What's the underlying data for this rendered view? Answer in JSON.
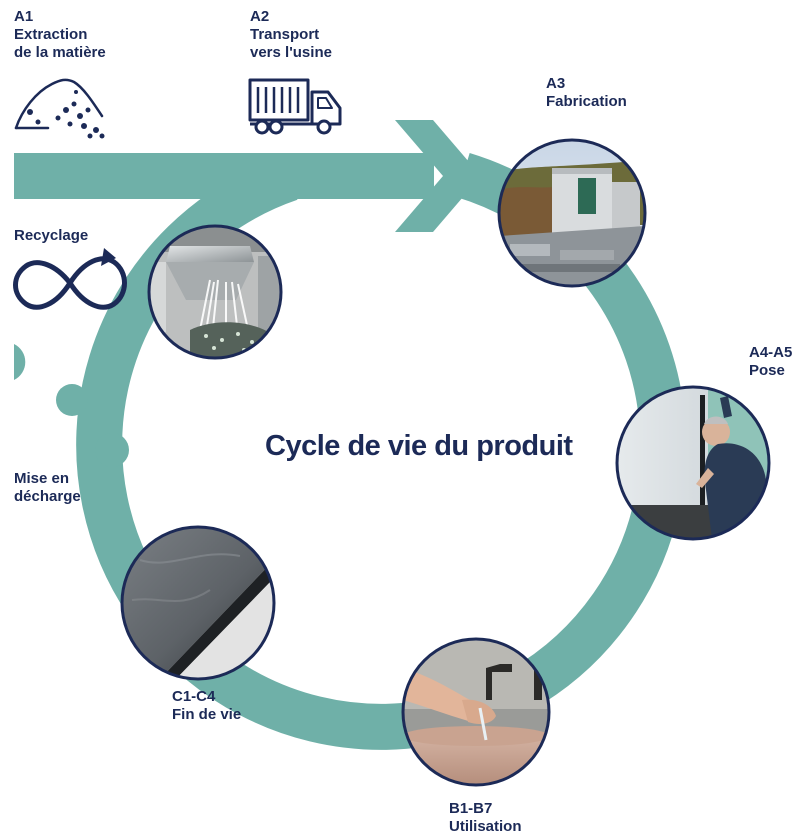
{
  "title": "Cycle de vie du produit",
  "colors": {
    "teal": "#6fb0a8",
    "navy": "#1c2a57",
    "background": "#ffffff"
  },
  "stages": {
    "a1": {
      "code": "A1",
      "lines": [
        "Extraction",
        "de la matière"
      ],
      "icon": "sand-pile-icon"
    },
    "a2": {
      "code": "A2",
      "lines": [
        "Transport",
        "vers l'usine"
      ],
      "icon": "truck-icon"
    },
    "a3": {
      "code": "A3",
      "lines": [
        "Fabrication"
      ],
      "photo": "factory-photo"
    },
    "a4a5": {
      "code": "A4-A5",
      "lines": [
        "Pose"
      ],
      "photo": "installation-photo"
    },
    "b1b7": {
      "code": "B1-B7",
      "lines": [
        "Utilisation"
      ],
      "photo": "washbasin-photo"
    },
    "c1c4": {
      "code": "C1-C4",
      "lines": [
        "Fin de vie"
      ],
      "photo": "material-closeup-photo"
    },
    "recyclage": {
      "lines": [
        "Recyclage"
      ],
      "icon": "infinity-icon",
      "photo": "shredding-photo"
    },
    "decharge": {
      "lines": [
        "Mise en",
        "décharge"
      ]
    }
  }
}
